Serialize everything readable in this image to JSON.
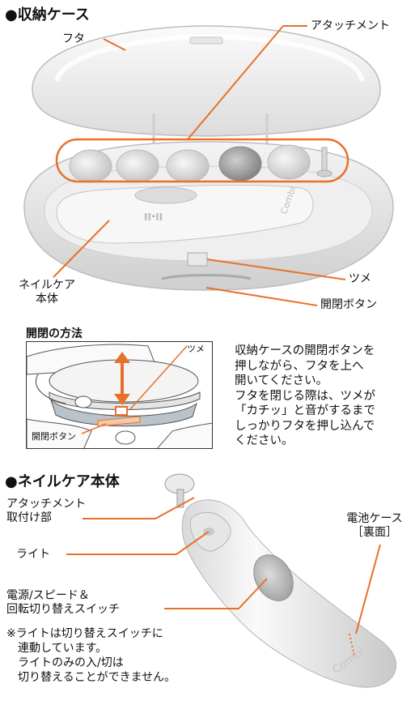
{
  "sections": {
    "case_title": "●収納ケース",
    "method_title": "開閉の方法",
    "body_title": "●ネイルケア本体"
  },
  "case_labels": {
    "lid": "フタ",
    "attachment": "アタッチメント",
    "nail_care_body": [
      "ネイルケア",
      "本体"
    ],
    "claw": "ツメ",
    "open_button": "開閉ボタン"
  },
  "method": {
    "illus_claw": "ツメ",
    "illus_button": "開閉ボタン",
    "description": [
      "収納ケースの開閉ボタンを",
      "押しながら、フタを上へ",
      "開いてください。",
      "フタを閉じる際は、ツメが",
      "「カチッ」と音がするまで",
      "しっかりフタを押し込んで",
      "ください。"
    ]
  },
  "body_labels": {
    "attachment_mount": [
      "アタッチメント",
      "取付け部"
    ],
    "light": "ライト",
    "battery_case": [
      "電池ケース",
      "［裏面］"
    ],
    "switch": [
      "電源/スピード＆",
      "回転切り替えスイッチ"
    ],
    "note": [
      "※ライトは切り替えスイッチに",
      "　連動しています。",
      "　ライトのみの入/切は",
      "　切り替えることができません。"
    ]
  },
  "brand": {
    "logo_text": "Combi",
    "speed_marks": "‖‖•‖‖"
  },
  "colors": {
    "accent": "#e8702a",
    "text": "#111111",
    "device": "#f2f2f2"
  }
}
